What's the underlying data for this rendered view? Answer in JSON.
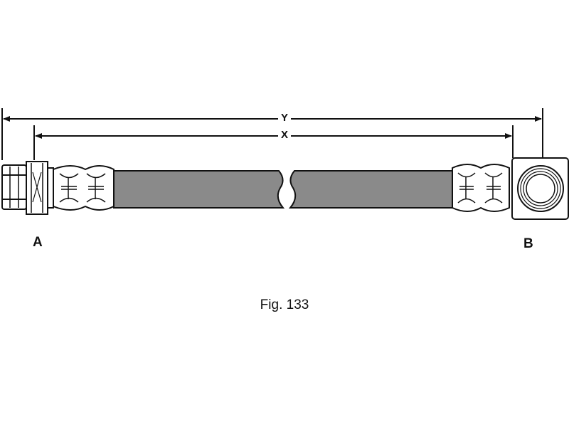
{
  "labels": {
    "dimension_y": "Y",
    "dimension_x": "X",
    "end_a": "A",
    "end_b": "B"
  },
  "caption": "Fig. 133",
  "colors": {
    "line": "#111111",
    "hose": "#8a8a8a",
    "background": "#ffffff"
  }
}
